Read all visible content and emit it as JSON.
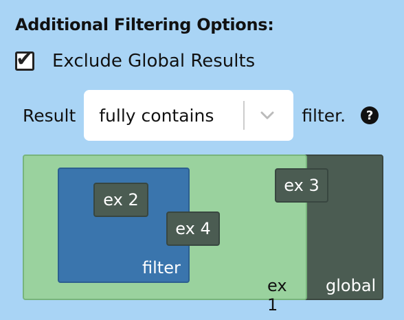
{
  "heading": "Additional Filtering Options:",
  "exclude_global": {
    "label": "Exclude Global Results",
    "checked": true
  },
  "result_row": {
    "prefix": "Result",
    "selected_option": "fully contains",
    "suffix": "filter.",
    "help_icon": "question-circle-icon"
  },
  "diagram": {
    "labels": {
      "global": "global",
      "ex1": "ex 1",
      "filter": "filter",
      "ex2": "ex 2",
      "ex3": "ex 3",
      "ex4": "ex 4"
    }
  },
  "colors": {
    "background": "#a9d4f5",
    "ex1_fill": "#9ad29e",
    "filter_fill": "#3a75ad",
    "result_box_fill": "#4b5c52"
  }
}
